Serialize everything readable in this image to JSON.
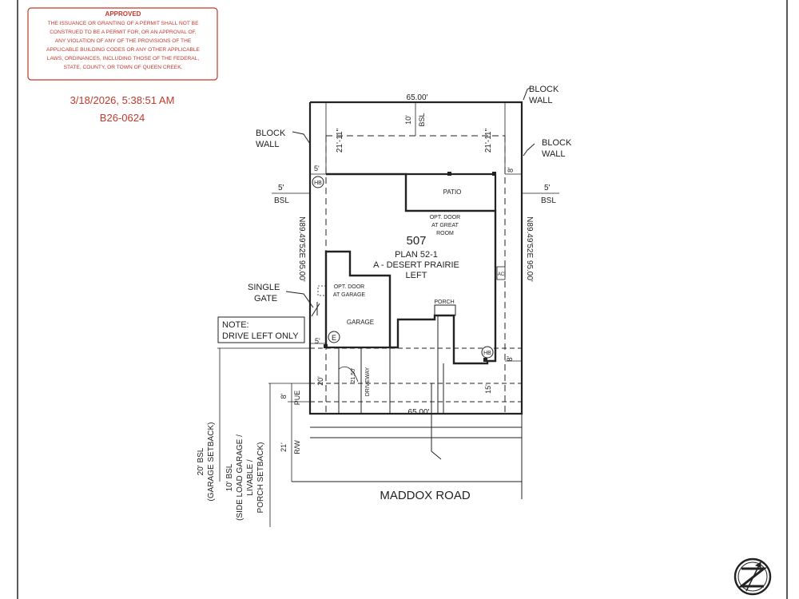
{
  "stamp": {
    "heading": "APPROVED",
    "lines": [
      "THE ISSUANCE OR GRANTING OF A PERMIT SHALL NOT BE",
      "CONSTRUED TO BE A PERMIT FOR, OR AN APPROVAL OF,",
      "ANY VIOLATION OF ANY OF THE PROVISIONS OF THE",
      "APPLICABLE BUILDING CODES OR ANY OTHER APPLICABLE",
      "LAWS, ORDINANCES, INCLUDING THOSE OF THE FEDERAL,",
      "STATE, COUNTY, OR TOWN OF QUEEN CREEK."
    ],
    "datetime": "3/18/2026, 5:38:51 AM",
    "permit_no": "B26-0624",
    "color": "#c0392b"
  },
  "labels": {
    "block_wall_top": [
      "BLOCK",
      "WALL"
    ],
    "block_wall_left": [
      "BLOCK",
      "WALL"
    ],
    "block_wall_right": [
      "BLOCK",
      "WALL"
    ],
    "single_gate": [
      "SINGLE",
      "GATE"
    ],
    "note": [
      "NOTE:",
      "DRIVE LEFT ONLY"
    ],
    "lot_number": "507",
    "plan": "PLAN 52-1",
    "elevation": "A - DESERT PRAIRIE",
    "orientation": "LEFT",
    "patio": "PATIO",
    "opt_door_great": [
      "OPT. DOOR",
      "AT GREAT",
      "ROOM"
    ],
    "opt_door_garage": [
      "OPT. DOOR",
      "AT GARAGE"
    ],
    "garage": "GARAGE",
    "porch": "PORCH",
    "driveway": "DRIVEWAY",
    "street": "MADDOX ROAD",
    "hb": "HB",
    "e": "E",
    "ac": "AC"
  },
  "dimensions": {
    "top_width": "65.00'",
    "bottom_width": "65.00'",
    "rear_bsl": [
      "10'",
      "BSL"
    ],
    "left_rear": "21'-11\"",
    "right_rear": "21'-11\"",
    "left_5": "5'",
    "right_8": "8'",
    "bsl_left": [
      "5'",
      "BSL"
    ],
    "bsl_right": [
      "5'",
      "BSL"
    ],
    "left_side_line": "N89.49'52E 95.00'",
    "right_side_line": "N89.49'52E 95.00'",
    "garage_5": "5'",
    "drive_21": "21.50'",
    "front_20": "20'",
    "front_15": "15'",
    "right_8_lower": "8'",
    "pue_8": "8'",
    "pue": "PUE",
    "rw_21": "21'",
    "rw": "R/W",
    "garage_setback": [
      "20' BSL",
      "(GARAGE SETBACK)"
    ],
    "side_load": [
      "10' BSL",
      "(SIDE LOAD GARAGE /",
      "LIVABLE /",
      "PORCH SETBACK)"
    ]
  }
}
